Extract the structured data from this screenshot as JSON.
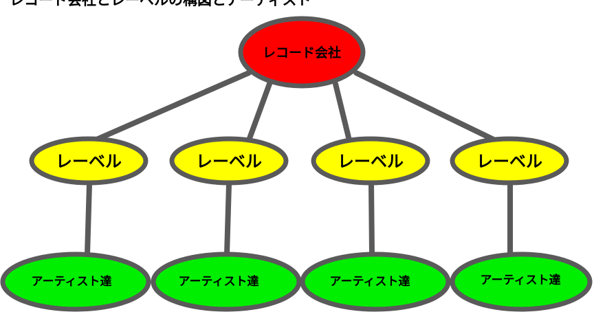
{
  "title": "レコード会社とレーベルの構図とアーティスト",
  "colors": {
    "root_fill": "#ff0000",
    "label_fill": "#ffff00",
    "artist_fill": "#00ee00",
    "stroke": "#5a5a5a",
    "text": "#000000"
  },
  "root": {
    "label": "レコード会社"
  },
  "labels": [
    {
      "label": "レーベル"
    },
    {
      "label": "レーベル"
    },
    {
      "label": "レーベル"
    },
    {
      "label": "レーベル"
    }
  ],
  "artists": [
    {
      "label": "アーティスト達"
    },
    {
      "label": "アーティスト達"
    },
    {
      "label": "アーティスト達"
    },
    {
      "label": "アーティスト達"
    }
  ]
}
